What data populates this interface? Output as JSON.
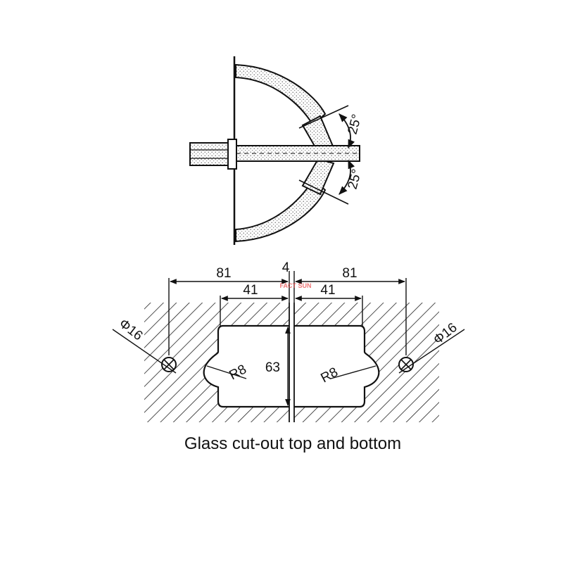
{
  "top_view": {
    "angle_upper": "25°",
    "angle_lower": "25°"
  },
  "cutout": {
    "dim_left_outer": "81",
    "dim_right_outer": "81",
    "dim_gap": "4",
    "dim_left_inner": "41",
    "dim_right_inner": "41",
    "dim_height": "63",
    "radius_left": "R8",
    "radius_right": "R8",
    "hole_left": "Φ16",
    "hole_right": "Φ16"
  },
  "watermark": "FACT SUN",
  "caption": "Glass cut-out top and bottom"
}
